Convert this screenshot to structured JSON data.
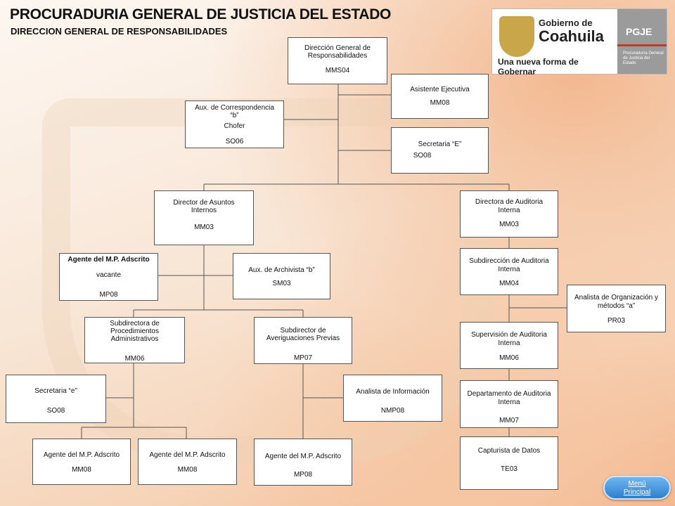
{
  "header": {
    "title": "PROCURADURIA GENERAL DE JUSTICIA DEL ESTADO",
    "subtitle": "DIRECCION GENERAL DE RESPONSABILIDADES"
  },
  "logo": {
    "gov_label": "Gobierno de",
    "state_label": "Coahuila",
    "slogan": "Una nueva forma de Gobernar",
    "pgje": "PGJE",
    "pgje_sub": "Procuraduría General de Justicia del Estado"
  },
  "boxes": {
    "direccion": {
      "l1": "Dirección General de",
      "l2": "Responsabilidades",
      "code": "MMS04"
    },
    "asistente": {
      "l1": "Asistente Ejecutiva",
      "code": "MM08"
    },
    "aux_corr": {
      "l1": "Aux. de Correspondencia",
      "l2": "“b”",
      "l3": "Chofer",
      "code": "SO06"
    },
    "secretaria_e": {
      "l1": "Secretaria “E”",
      "code": "SO08"
    },
    "dir_asuntos": {
      "l1": "Director de Asuntos",
      "l2": "Internos",
      "code": "MM03"
    },
    "dir_auditoria": {
      "l1": "Directora de Auditoria",
      "l2": "Interna",
      "code": "MM03"
    },
    "agente_vacante": {
      "l1": "Agente del M.P. Adscrito",
      "l2": "vacante",
      "code": "MP08"
    },
    "aux_archivista": {
      "l1": "Aux. de Archivista “b”",
      "code": "SM03"
    },
    "subdir_auditoria": {
      "l1": "Subdirección de Auditoria",
      "l2": "Interna",
      "code": "MM04"
    },
    "analista_org": {
      "l1": "Analista de Organización y",
      "l2": "métodos “a”",
      "code": "PR03"
    },
    "subdir_proc": {
      "l1": "Subdirectora de",
      "l2": "Procedimientos",
      "l3": "Administrativos",
      "code": "MM06"
    },
    "subdir_avg": {
      "l1": "Subdirector de",
      "l2": "Averiguaciones Previas",
      "code": "MP07"
    },
    "supervision": {
      "l1": "Supervisión de Auditoria",
      "l2": "Interna",
      "code": "MM06"
    },
    "secretaria_e2": {
      "l1": "Secretaria “e”",
      "code": "SO08"
    },
    "analista_info": {
      "l1": "Analista de Información",
      "code": "NMP08"
    },
    "depto_auditoria": {
      "l1": "Departamento de Auditoria",
      "l2": "Interna",
      "code": "MM07"
    },
    "agente_1": {
      "l1": "Agente del M.P. Adscrito",
      "code": "MM08"
    },
    "agente_2": {
      "l1": "Agente del M.P. Adscrito",
      "code": "MM08"
    },
    "agente_3": {
      "l1": "Agente del M.P. Adscrito",
      "code": "MP08"
    },
    "capturista": {
      "l1": "Capturista de Datos",
      "code": "TE03"
    }
  },
  "menu_button": {
    "label_1": "Menú",
    "label_2": "Principal"
  },
  "colors": {
    "line": "#555555",
    "box_border": "#555555",
    "button": "#2f7fd0"
  }
}
